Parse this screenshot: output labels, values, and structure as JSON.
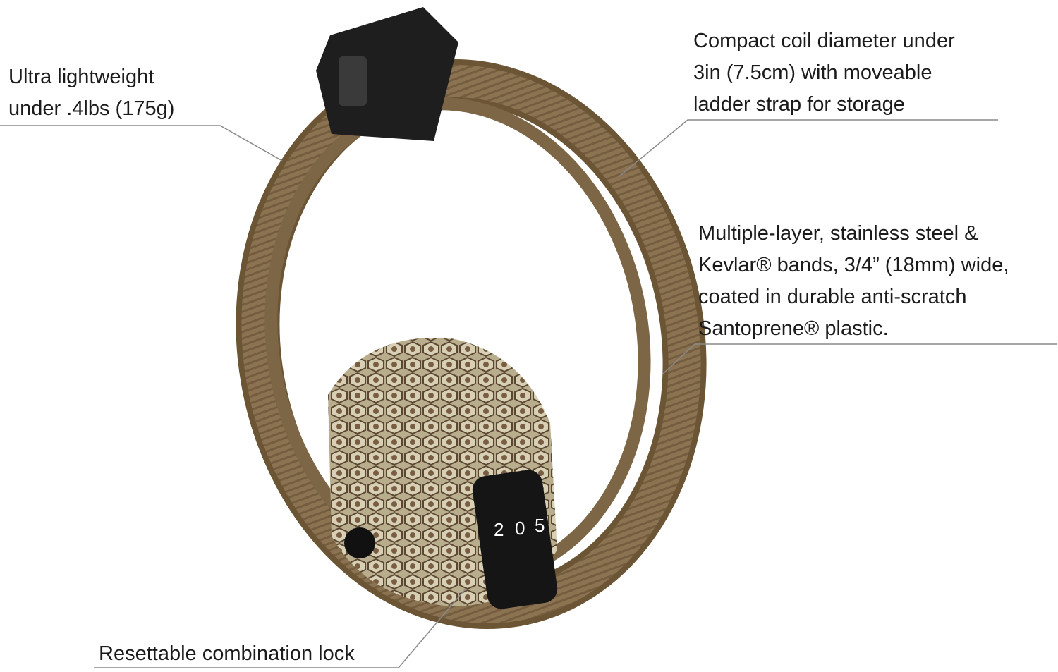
{
  "callouts": {
    "weight": {
      "lines": [
        "Ultra lightweight",
        "under .4lbs (175g)"
      ]
    },
    "coil": {
      "lines": [
        "Compact coil diameter under",
        "3in (7.5cm) with moveable",
        "ladder strap for storage"
      ]
    },
    "bands": {
      "lines": [
        "Multiple-layer, stainless steel &",
        "Kevlar® bands, 3/4” (18mm) wide,",
        "coated in durable anti-scratch",
        "Santoprene® plastic."
      ]
    },
    "lock": {
      "lines": [
        "Resettable combination lock"
      ]
    }
  },
  "lock_dials": [
    "2",
    "0",
    "5"
  ],
  "colors": {
    "strap": "#8b7352",
    "strap_dark": "#6b5535",
    "clip": "#1e1e1e",
    "leader_line": "#8a8a8a",
    "text": "#1b1b1b"
  }
}
